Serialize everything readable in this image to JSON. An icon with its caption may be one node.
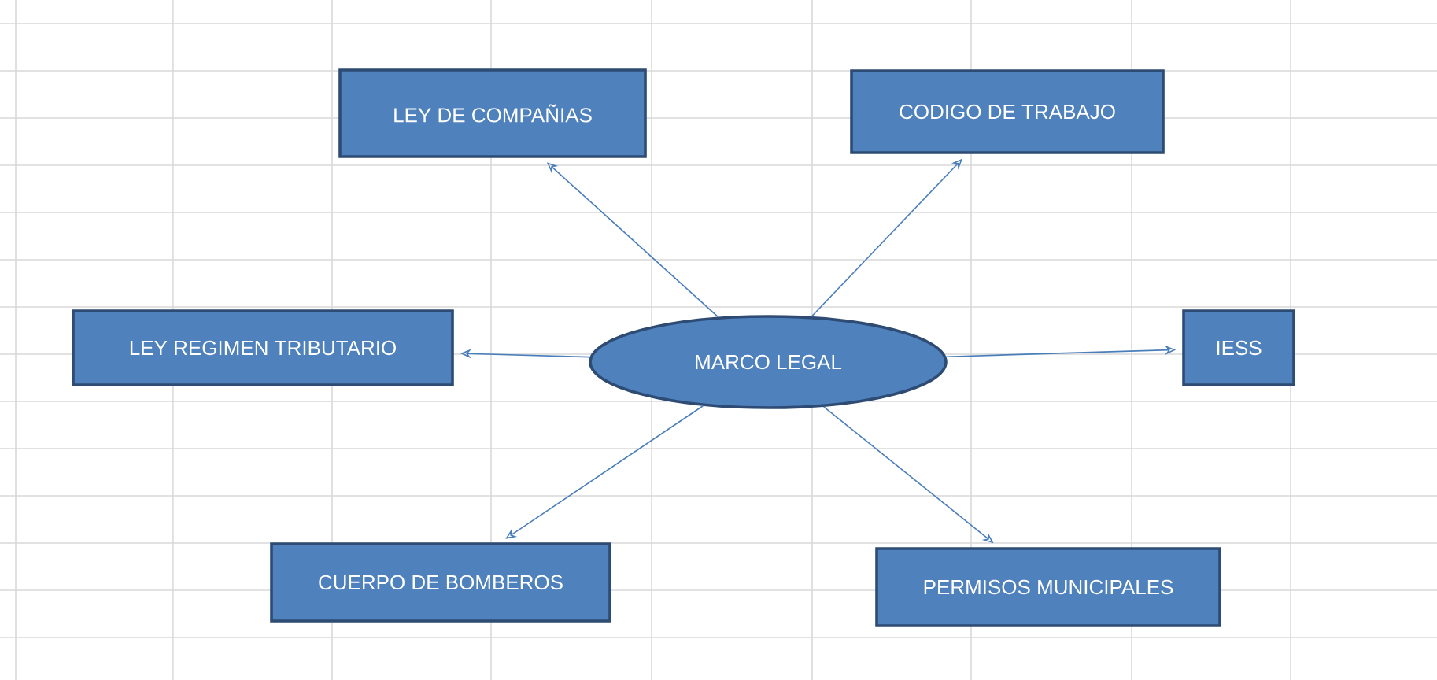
{
  "diagram": {
    "nodes": [
      {
        "text": [
          "MARCO LEGAL"
        ]
      },
      {
        "text": [
          "LEY DE COMPAÑIAS"
        ]
      },
      {
        "text": [
          "CODIGO DE TRABAJO"
        ]
      },
      {
        "text": [
          "LEY REGIMEN TRIBUTARIO"
        ]
      },
      {
        "text": [
          "IESS"
        ]
      },
      {
        "text": [
          "CUERPO DE BOMBEROS"
        ]
      },
      {
        "text": [
          "PERMISOS MUNICIPALES"
        ]
      }
    ],
    "edges": [
      {
        "from": 0,
        "to": 1,
        "arrow": "to"
      },
      {
        "from": 0,
        "to": 2,
        "arrow": "to"
      },
      {
        "from": 0,
        "to": 3,
        "arrow": "to"
      },
      {
        "from": 0,
        "to": 4,
        "arrow": "to"
      },
      {
        "from": 0,
        "to": 5,
        "arrow": "to"
      },
      {
        "from": 0,
        "to": 6,
        "arrow": "to"
      }
    ]
  }
}
